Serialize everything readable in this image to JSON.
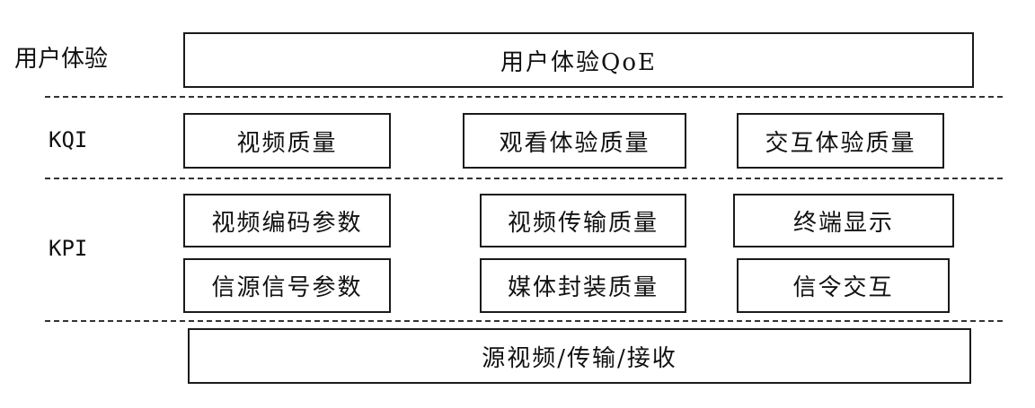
{
  "layers": {
    "experience": {
      "label": "用户体验",
      "boxes": [
        "用户体验QoE"
      ]
    },
    "kqi": {
      "label": "KQI",
      "boxes": [
        "视频质量",
        "观看体验质量",
        "交互体验质量"
      ]
    },
    "kpi": {
      "label": "KPI",
      "boxes": [
        "视频编码参数",
        "视频传输质量",
        "终端显示",
        "信源信号参数",
        "媒体封装质量",
        "信令交互"
      ]
    },
    "source": {
      "boxes": [
        "源视频/传输/接收"
      ]
    }
  }
}
